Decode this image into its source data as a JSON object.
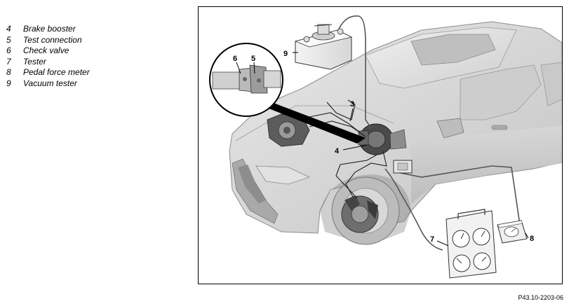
{
  "legend": [
    {
      "num": "4",
      "label": "Brake booster"
    },
    {
      "num": "5",
      "label": "Test connection"
    },
    {
      "num": "6",
      "label": "Check valve"
    },
    {
      "num": "7",
      "label": "Tester"
    },
    {
      "num": "8",
      "label": "Pedal force meter"
    },
    {
      "num": "9",
      "label": "Vacuum tester"
    }
  ],
  "callouts": {
    "c3": "3",
    "c4": "4",
    "c5": "5",
    "c6": "6",
    "c7": "7",
    "c8": "8",
    "c9": "9"
  },
  "figure_code": "P43.10-2203-06"
}
